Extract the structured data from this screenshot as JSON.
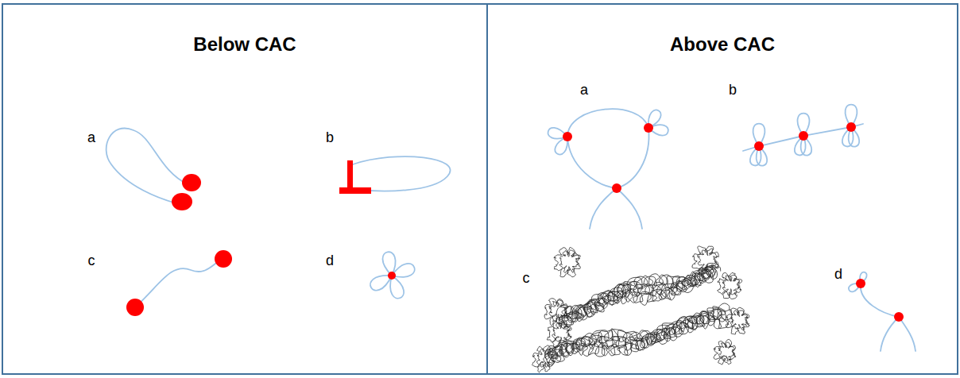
{
  "diagram": {
    "nodes": [
      {
        "text": [
          "Below CAC"
        ]
      },
      {
        "text": [
          "Above CAC"
        ]
      }
    ],
    "labels": [
      "a",
      "b",
      "c",
      "d",
      "a",
      "b",
      "c",
      "d"
    ]
  }
}
